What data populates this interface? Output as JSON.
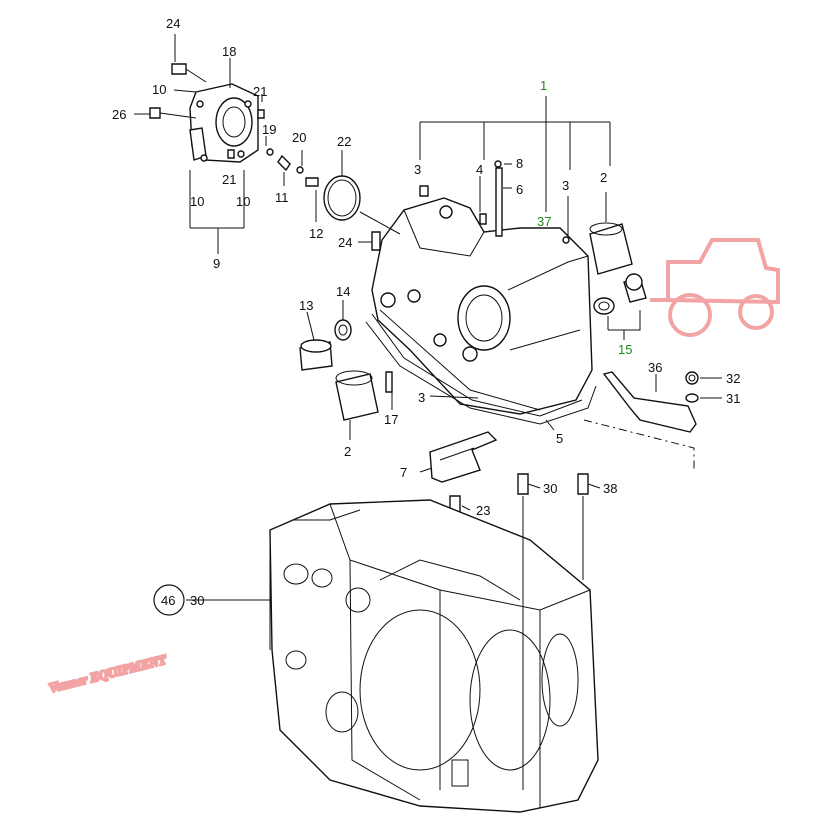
{
  "colors": {
    "line": "#111111",
    "callout_green": "#1f8a1f",
    "watermark": "#e85a5a",
    "background": "#ffffff"
  },
  "watermark": {
    "text": "Vanner EQUIPMENT"
  },
  "callouts": {
    "c1": "1",
    "c2a": "2",
    "c2b": "2",
    "c3a": "3",
    "c3b": "3",
    "c3c": "3",
    "c4": "4",
    "c5": "5",
    "c6": "6",
    "c7": "7",
    "c8": "8",
    "c9": "9",
    "c10a": "10",
    "c10b": "10",
    "c10c": "10",
    "c11": "11",
    "c12": "12",
    "c13": "13",
    "c14": "14",
    "c15": "15",
    "c17": "17",
    "c18": "18",
    "c19": "19",
    "c20": "20",
    "c21a": "21",
    "c21b": "21",
    "c22": "22",
    "c23": "23",
    "c24a": "24",
    "c24b": "24",
    "c26": "26",
    "c30a": "30",
    "c30b": "30",
    "c31": "31",
    "c32": "32",
    "c36": "36",
    "c37": "37",
    "c38": "38",
    "c46": "46"
  }
}
